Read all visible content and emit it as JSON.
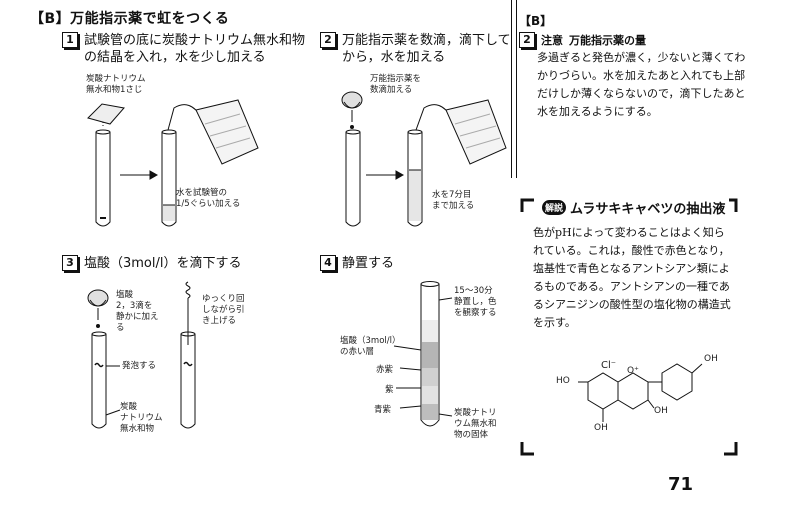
{
  "section_title": "【B】万能指示薬で虹をつくる",
  "steps": [
    {
      "num": "1",
      "line1": "試験管の底に炭酸ナトリウム無水和物",
      "line2": "の結晶を入れ，水を少し加える"
    },
    {
      "num": "2",
      "line1": "万能指示薬を数滴，滴下して",
      "line2": "から，水を加える"
    },
    {
      "num": "3",
      "line1": "塩酸（3mol/l）を滴下する",
      "line2": ""
    },
    {
      "num": "4",
      "line1": "静置する",
      "line2": ""
    }
  ],
  "labels": {
    "s1_reagent_1": "炭酸ナトリウム",
    "s1_reagent_2": "無水和物1さじ",
    "s1_water_1": "水を試験管の",
    "s1_water_2": "1/5ぐらい加える",
    "s2_indicator_1": "万能指示薬を",
    "s2_indicator_2": "数滴加える",
    "s2_water_1": "水を7分目",
    "s2_water_2": "まで加える",
    "s3_hcl_1": "塩酸",
    "s3_hcl_2": "2，3滴を",
    "s3_hcl_3": "静かに加え",
    "s3_hcl_4": "る",
    "s3_slow_1": "ゆっくり回",
    "s3_slow_2": "しながら引",
    "s3_slow_3": "き上げる",
    "s3_bubble": "発泡する",
    "s3_solid_1": "炭酸",
    "s3_solid_2": "ナトリウム",
    "s3_solid_3": "無水和物",
    "s4_settle_1": "15〜30分",
    "s4_settle_2": "静置し，色",
    "s4_settle_3": "を観察する",
    "s4_red_1": "塩酸（3mol/l）",
    "s4_red_2": "の赤い層",
    "s4_redpurple": "赤紫",
    "s4_purple": "紫",
    "s4_bluepurple": "青紫",
    "s4_solid_1": "炭酸ナトリ",
    "s4_solid_2": "ウム無水和",
    "s4_solid_3": "物の固体"
  },
  "right": {
    "heading": "【B】",
    "note_num": "2",
    "note_tag": "注意",
    "note_title": "万能指示薬の量",
    "note_body": "多過ぎると発色が濃く，少ないと薄くてわかりづらい。水を加えたあと入れても上部だけしか薄くならないので，滴下したあと水を加えるようにする。",
    "box_tag": "解説",
    "box_title": "ムラサキキャベツの抽出液",
    "box_body": "色がpHによって変わることはよく知られている。これは，酸性で赤色となり，塩基性で青色となるアントシアン類によるものである。アントシアンの一種であるシアニジンの酸性型の塩化物の構造式を示す。",
    "chem": {
      "cl": "Cl⁻",
      "oplus": "O⁺",
      "ho_left": "HO",
      "oh_top": "OH",
      "oh_right": "OH",
      "oh_bottom": "OH"
    }
  },
  "page_number": "71"
}
